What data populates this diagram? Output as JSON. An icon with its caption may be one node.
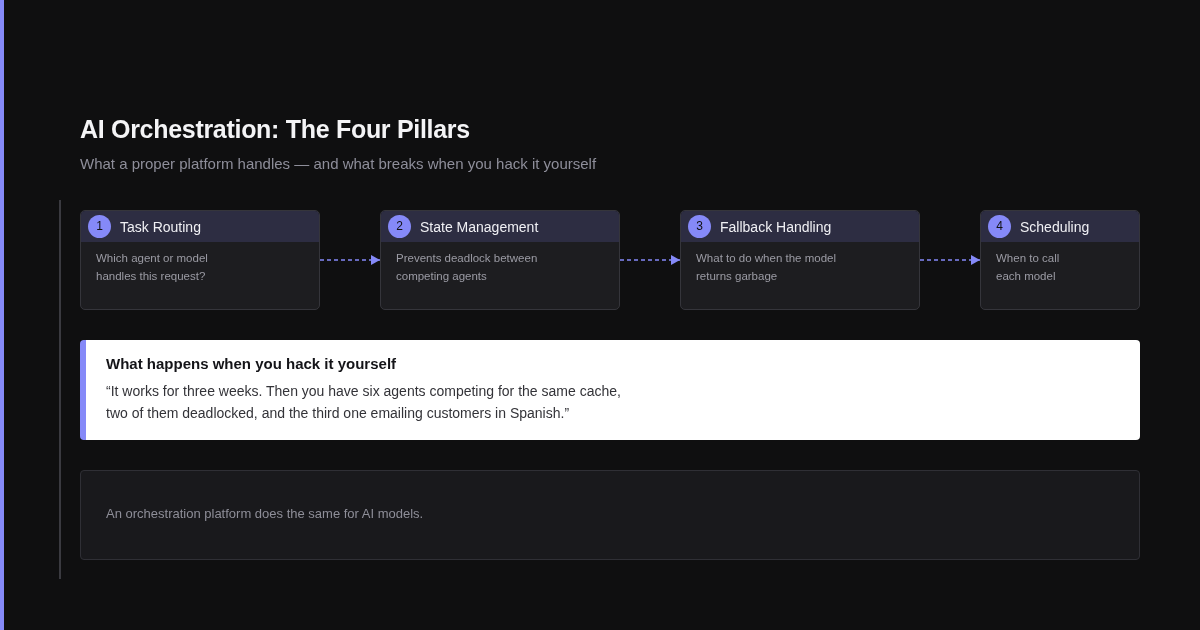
{
  "diagram": {
    "title": "AI Orchestration: The Four Pillars",
    "nodes": [
      {
        "text": [
          "Task Routing",
          "Which agent or model handles this request?"
        ]
      },
      {
        "text": [
          "1"
        ],
        "in": 0
      },
      {
        "text": [
          "State Management",
          "Prevents deadlock between competing agents"
        ]
      },
      {
        "text": [
          "2"
        ],
        "in": 2
      },
      {
        "text": [
          "Fallback Handling",
          "What to do when the model returns garbage"
        ]
      },
      {
        "text": [
          "3"
        ],
        "in": 4
      },
      {
        "text": [
          "Scheduling",
          "When to call each model"
        ]
      },
      {
        "text": [
          "4"
        ],
        "in": 6
      },
      {
        "text": [
          "What happens when you hack it yourself",
          "“It works for three weeks. Then you have six agents competing for the same cache, two of them deadlocked, and the third one emailing customers in Spanish.”"
        ]
      },
      {
        "text": [
          "An orchestration platform does the same for AI models."
        ]
      }
    ],
    "edges": [
      {
        "from": 0,
        "to": 2,
        "arrow": "to",
        "style": "dashed"
      },
      {
        "from": 2,
        "to": 4,
        "arrow": "to",
        "style": "dashed"
      },
      {
        "from": 4,
        "to": 6,
        "arrow": "to",
        "style": "dashed"
      }
    ],
    "labels": [
      "What a proper platform handles — and what breaks when you hack it yourself"
    ]
  }
}
